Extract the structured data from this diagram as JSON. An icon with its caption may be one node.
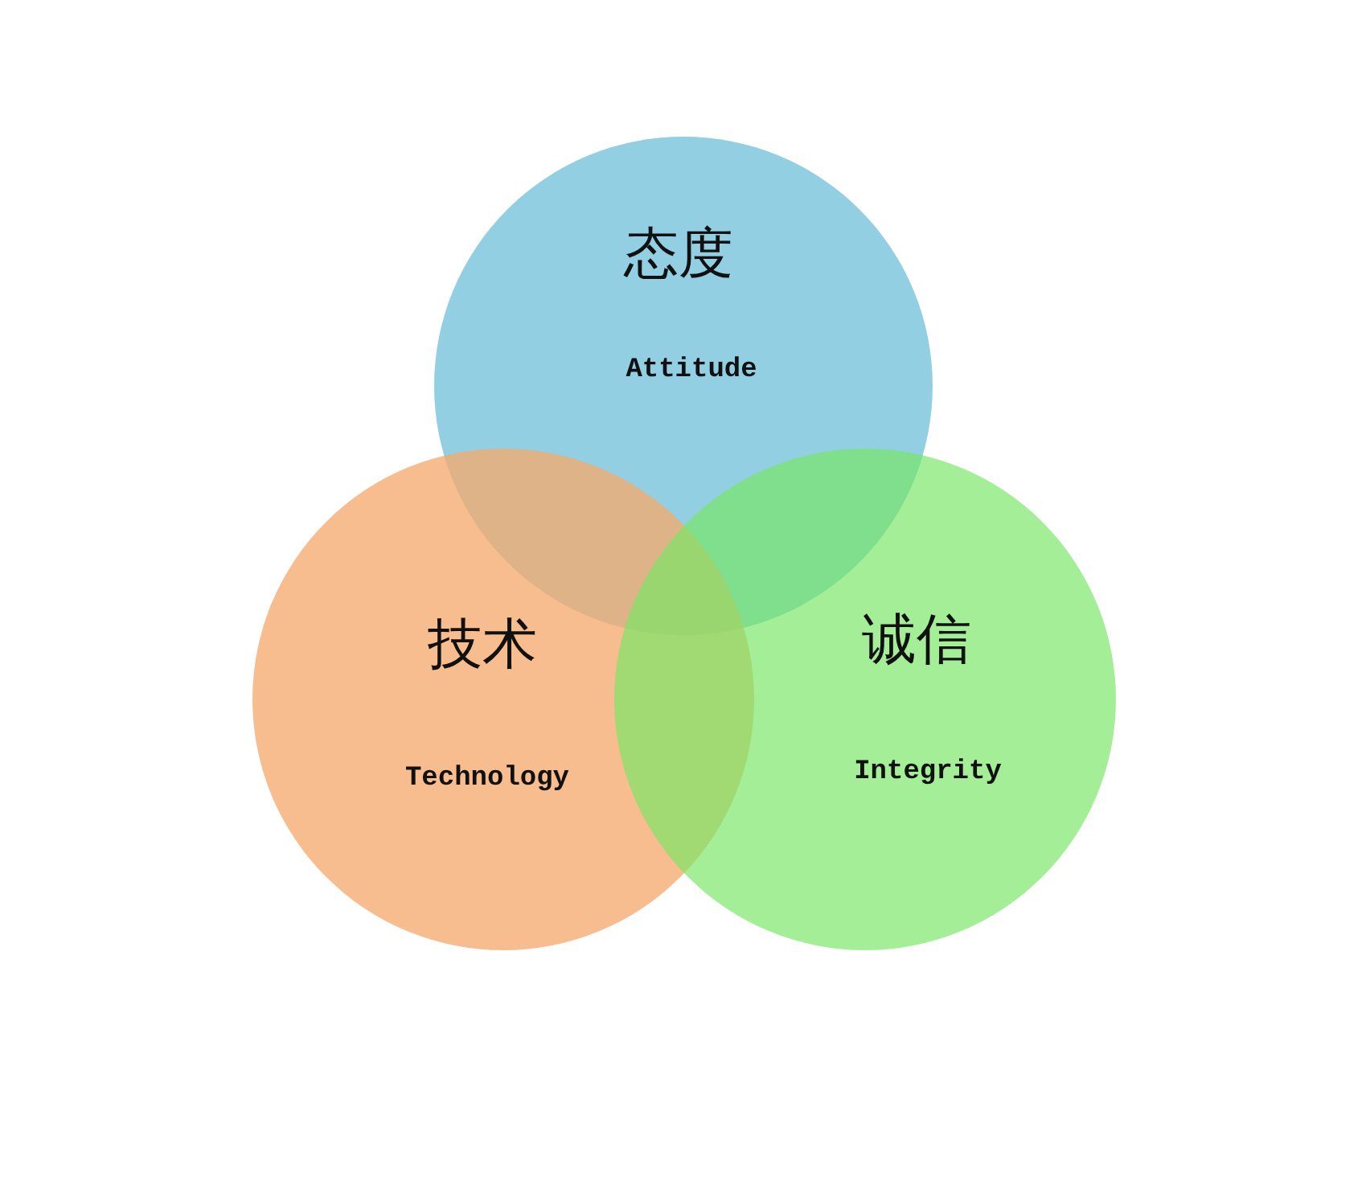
{
  "diagram": {
    "nodes": [
      {
        "text": [
          "态度",
          "Attitude"
        ]
      },
      {
        "text": [
          "技术",
          "Technology"
        ]
      },
      {
        "text": [
          "诚信",
          "Integrity"
        ]
      }
    ]
  }
}
